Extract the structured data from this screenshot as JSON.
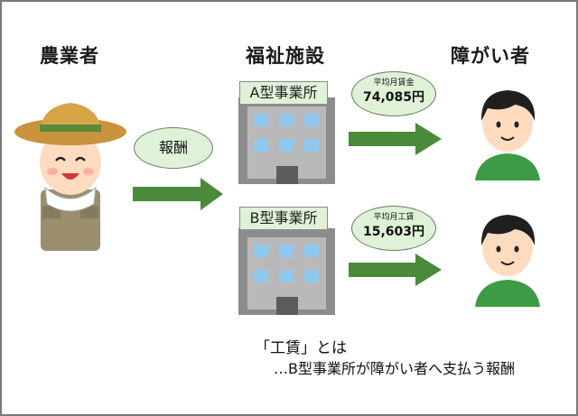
{
  "headings": {
    "farmer": "農業者",
    "facility": "福祉施設",
    "disabled": "障がい者"
  },
  "offices": {
    "a_label": "A型事業所",
    "b_label": "B型事業所"
  },
  "remuneration_label": "報酬",
  "pay_a": {
    "caption": "平均月賃金",
    "amount": "74,085円"
  },
  "pay_b": {
    "caption": "平均月工賃",
    "amount": "15,603円"
  },
  "note": {
    "line1": "「工賃」とは",
    "line2": "…B型事業所が障がい者へ支払う報酬"
  },
  "colors": {
    "arrow": "#4a8a3a",
    "pill_fill": "#dff1d7",
    "building": "#8c8c8c",
    "window": "#8fc8ee",
    "shirt": "#3e9b45"
  }
}
